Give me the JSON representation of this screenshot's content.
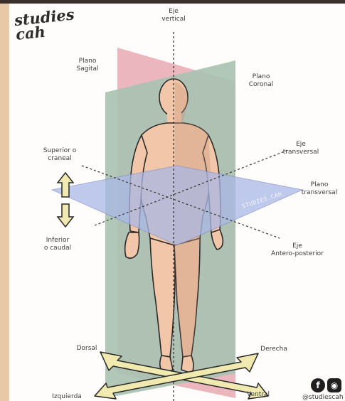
{
  "brand": {
    "text": "studies\ncah"
  },
  "labels": {
    "eje_vertical": "Eje\nvertical",
    "plano_sagital": "Plano\nSagital",
    "plano_coronal": "Plano\nCoronal",
    "superior_craneal": "Superior o\ncraneal",
    "eje_transversal": "Eje\ntransversal",
    "plano_transversal": "Plano\ntransversal",
    "watermark": "STUDIES.CAH",
    "inferior_caudal": "Inferior\no caudal",
    "eje_anteroposterior": "Eje\nAntero-posterior",
    "dorsal": "Dorsal",
    "derecha": "Derecha",
    "izquierda": "Izquierda",
    "ventral": "Ventral"
  },
  "footer": {
    "handle": "@studiescah"
  },
  "icons": {
    "facebook": "facebook-icon",
    "instagram": "instagram-icon"
  },
  "colors": {
    "sagittal": "#e7a9b2",
    "coronal": "#a8c2b0",
    "transverse": "#aab8e6",
    "skin": "#f2c6a8",
    "arrow": "#f1eab0"
  }
}
